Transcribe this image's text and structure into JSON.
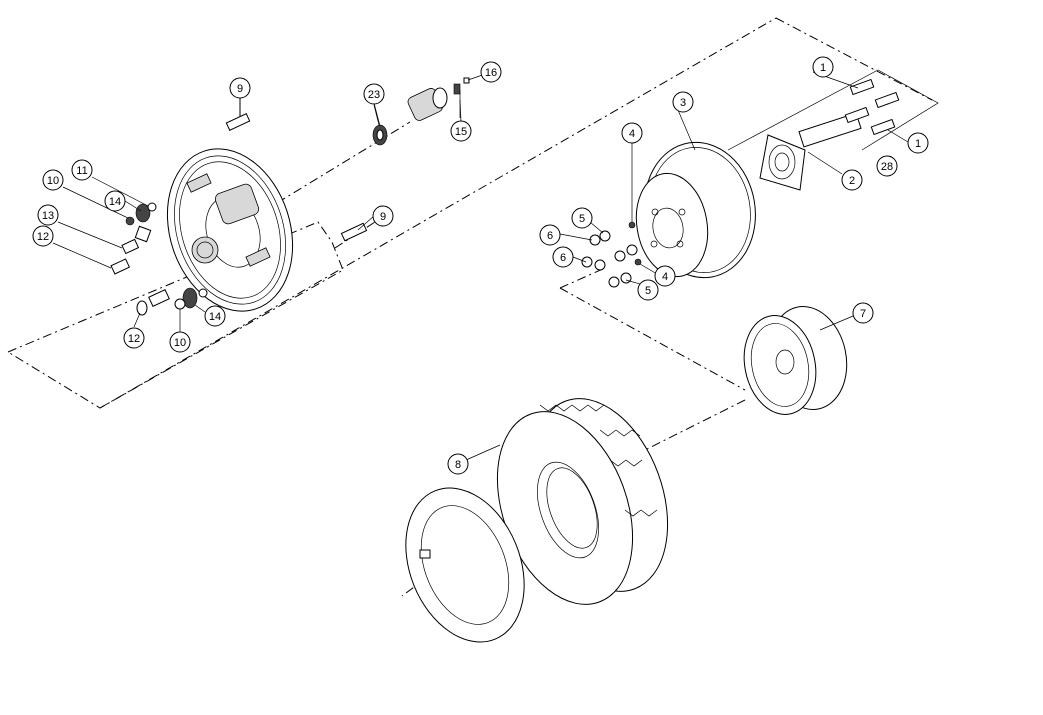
{
  "callouts": [
    {
      "id": "c9a",
      "label": "9"
    },
    {
      "id": "c23",
      "label": "23"
    },
    {
      "id": "c16",
      "label": "16"
    },
    {
      "id": "c15",
      "label": "15"
    },
    {
      "id": "c11",
      "label": "11"
    },
    {
      "id": "c10a",
      "label": "10"
    },
    {
      "id": "c14a",
      "label": "14"
    },
    {
      "id": "c13",
      "label": "13"
    },
    {
      "id": "c12a",
      "label": "12"
    },
    {
      "id": "c9b",
      "label": "9"
    },
    {
      "id": "c12b",
      "label": "12"
    },
    {
      "id": "c10b",
      "label": "10"
    },
    {
      "id": "c14b",
      "label": "14"
    },
    {
      "id": "c1a",
      "label": "1"
    },
    {
      "id": "c3",
      "label": "3"
    },
    {
      "id": "c4a",
      "label": "4"
    },
    {
      "id": "c1b",
      "label": "1"
    },
    {
      "id": "c28",
      "label": "28"
    },
    {
      "id": "c2",
      "label": "2"
    },
    {
      "id": "c5a",
      "label": "5"
    },
    {
      "id": "c6a",
      "label": "6"
    },
    {
      "id": "c6b",
      "label": "6"
    },
    {
      "id": "c4b",
      "label": "4"
    },
    {
      "id": "c5b",
      "label": "5"
    },
    {
      "id": "c7",
      "label": "7"
    },
    {
      "id": "c8",
      "label": "8"
    }
  ]
}
